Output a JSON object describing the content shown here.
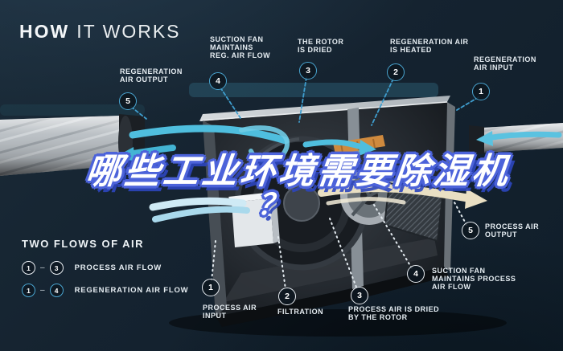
{
  "title": {
    "bold": "HOW",
    "light": "IT WORKS"
  },
  "headline": {
    "line1": "哪些工业环境需要除湿机",
    "line2": "？"
  },
  "callouts": [
    {
      "id": "regeneration-air-output",
      "num": "5",
      "flow": "regeneration",
      "lines": [
        "REGENERATION",
        "AIR OUTPUT"
      ]
    },
    {
      "id": "suction-fan-reg",
      "num": "4",
      "flow": "regeneration",
      "lines": [
        "SUCTION FAN",
        "MAINTAINS",
        "REG. AIR FLOW"
      ]
    },
    {
      "id": "rotor-is-dried",
      "num": "3",
      "flow": "regeneration",
      "lines": [
        "THE ROTOR",
        "IS DRIED"
      ]
    },
    {
      "id": "regeneration-air-heated",
      "num": "2",
      "flow": "regeneration",
      "lines": [
        "REGENERATION AIR",
        "IS HEATED"
      ]
    },
    {
      "id": "regeneration-air-input",
      "num": "1",
      "flow": "regeneration",
      "lines": [
        "REGENERATION",
        "AIR INPUT"
      ]
    },
    {
      "id": "process-air-output",
      "num": "5",
      "flow": "process",
      "lines": [
        "PROCESS AIR",
        "OUTPUT"
      ]
    },
    {
      "id": "suction-fan-process",
      "num": "4",
      "flow": "process",
      "lines": [
        "SUCTION FAN",
        "MAINTAINS PROCESS",
        "AIR FLOW"
      ]
    },
    {
      "id": "process-air-dried",
      "num": "3",
      "flow": "process",
      "lines": [
        "PROCESS AIR IS DRIED",
        "BY THE ROTOR"
      ]
    },
    {
      "id": "filtration",
      "num": "2",
      "flow": "process",
      "lines": [
        "FILTRATION"
      ]
    },
    {
      "id": "process-air-input",
      "num": "1",
      "flow": "process",
      "lines": [
        "PROCESS AIR",
        "INPUT"
      ]
    }
  ],
  "legend": {
    "heading": "TWO FLOWS OF AIR",
    "rows": [
      {
        "from": "1",
        "dash": "–",
        "to": "3",
        "label": "PROCESS AIR FLOW",
        "flow": "process"
      },
      {
        "from": "1",
        "dash": "–",
        "to": "4",
        "label": "REGENERATION AIR FLOW",
        "flow": "regeneration"
      }
    ]
  },
  "colors": {
    "background": "#152330",
    "accent_blue": "#4aa6d2",
    "badge_white": "#e9eef3",
    "label_text": "#e6edf2",
    "headline_fill": "#ffffff",
    "headline_outline": "#4c63da",
    "airflow_teal": "#4fbede",
    "airflow_cream": "#e9dfc3",
    "airflow_lightblue": "#cfeaf5",
    "heater_orange": "#cf8a3e"
  }
}
